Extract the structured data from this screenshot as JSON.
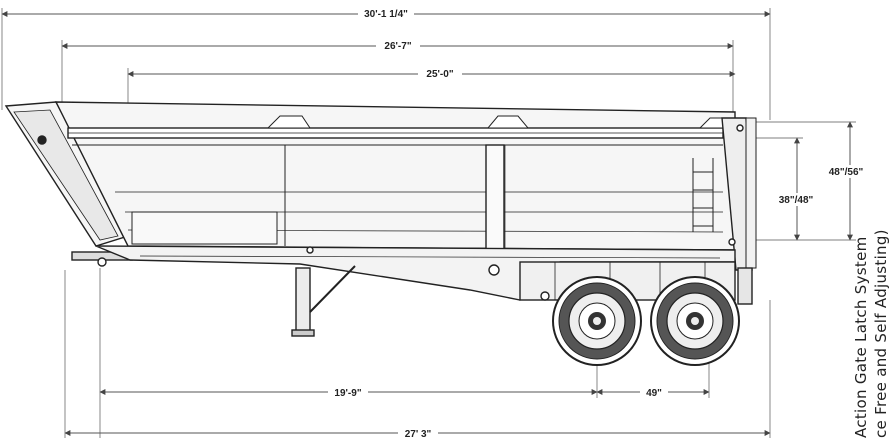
{
  "dimensions": {
    "overall_length": "30'-1 1/4\"",
    "body_length_outer": "26'-7\"",
    "body_length_inner": "25'-0\"",
    "side_height_outer": "48\"/56\"",
    "side_height_inner": "38\"/48\"",
    "kingpin_to_axle": "19'-9\"",
    "axle_spread": "49\"",
    "overall_bottom": "27' 3\""
  },
  "caption": {
    "line1": "Action Gate Latch System",
    "line2": "ce Free and Self Adjusting)"
  },
  "colors": {
    "line": "#222222",
    "dim_line": "#555555",
    "body_fill": "#f4f4f4",
    "tire": "#444444"
  }
}
